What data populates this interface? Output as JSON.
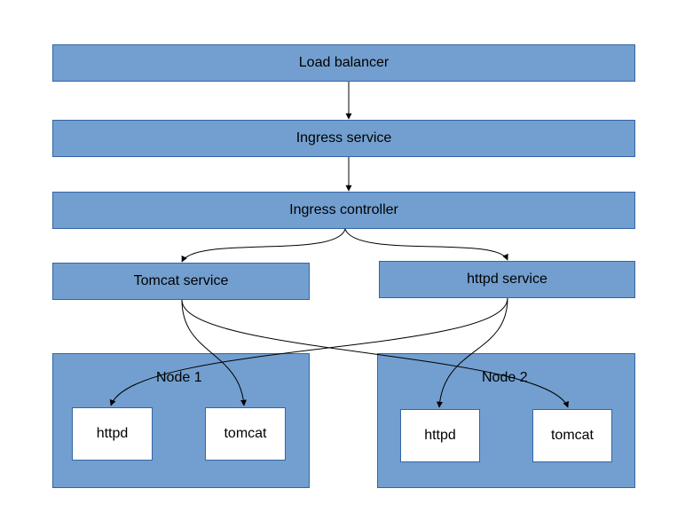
{
  "load_balancer": "Load balancer",
  "ingress_service": "Ingress service",
  "ingress_controller": "Ingress controller",
  "tomcat_service": "Tomcat service",
  "httpd_service": "httpd service",
  "node1": {
    "label": "Node 1",
    "pods": [
      "httpd",
      "tomcat"
    ]
  },
  "node2": {
    "label": "Node 2",
    "pods": [
      "httpd",
      "tomcat"
    ]
  },
  "colors": {
    "box_fill": "#729fcf",
    "box_border": "#3465a4",
    "pod_fill": "#ffffff",
    "wire": "#000000"
  }
}
